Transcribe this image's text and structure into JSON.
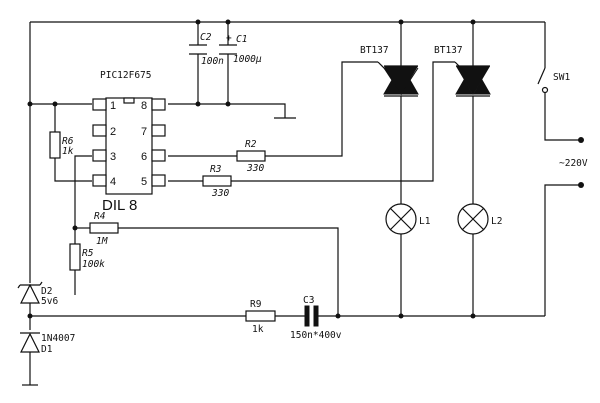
{
  "mcu": {
    "name": "PIC12F675",
    "package": "DIL 8",
    "pins": [
      "1",
      "2",
      "3",
      "4",
      "5",
      "6",
      "7",
      "8"
    ]
  },
  "capacitors": {
    "c2": {
      "ref": "C2",
      "value": "100n"
    },
    "c1": {
      "ref": "C1",
      "value": "1000μ",
      "polarity": "+"
    },
    "c3": {
      "ref": "C3",
      "value": "150n*400v"
    }
  },
  "resistors": {
    "r6": {
      "ref": "R6",
      "value": "1k"
    },
    "r2": {
      "ref": "R2",
      "value": "330"
    },
    "r3": {
      "ref": "R3",
      "value": "330"
    },
    "r4": {
      "ref": "R4",
      "value": "1M"
    },
    "r5": {
      "ref": "R5",
      "value": "100k"
    },
    "r9": {
      "ref": "R9",
      "value": "1k"
    }
  },
  "triacs": {
    "t1": {
      "ref": "BT137"
    },
    "t2": {
      "ref": "BT137"
    }
  },
  "lamps": {
    "l1": {
      "ref": "L1"
    },
    "l2": {
      "ref": "L2"
    }
  },
  "diodes": {
    "d2": {
      "ref": "D2",
      "value": "5v6"
    },
    "d1": {
      "ref": "D1",
      "value": "1N4007"
    }
  },
  "switch": {
    "ref": "SW1"
  },
  "mains": {
    "label": "~220V"
  }
}
